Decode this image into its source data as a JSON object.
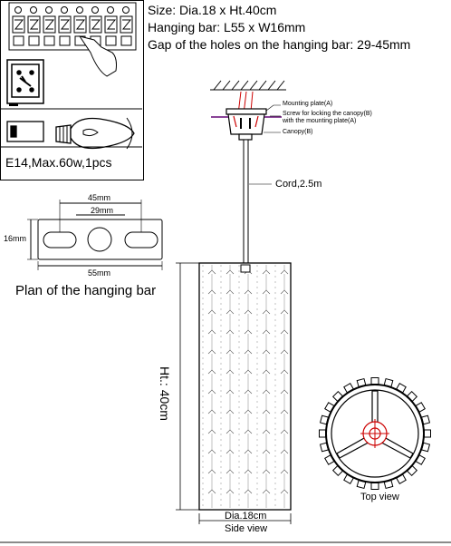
{
  "specs": {
    "size": "Size: Dia.18 x Ht.40cm",
    "hanging_bar": "Hanging bar: L55 x W16mm",
    "gap": "Gap of the holes on the hanging bar: 29-45mm"
  },
  "bulb_label": "E14,Max.60w,1pcs",
  "plan": {
    "title": "Plan of the hanging bar",
    "dim_45": "45mm",
    "dim_29": "29mm",
    "dim_16": "16mm",
    "dim_55": "55mm"
  },
  "side_view": {
    "mounting_plate": "Mounting plate(A)",
    "screw_line1": "Screw for locking the canopy(B)",
    "screw_line2": "with the mounting plate(A)",
    "canopy": "Canopy(B)",
    "cord": "Cord,2.5m",
    "height": "Ht.: 40cm",
    "diameter": "Dia.18cm",
    "caption": "Side view"
  },
  "top_view": {
    "caption": "Top view"
  },
  "colors": {
    "line": "#000000",
    "accent": "#cc0000",
    "screw": "#7a2a8a",
    "texture": "#bbbbbb"
  }
}
